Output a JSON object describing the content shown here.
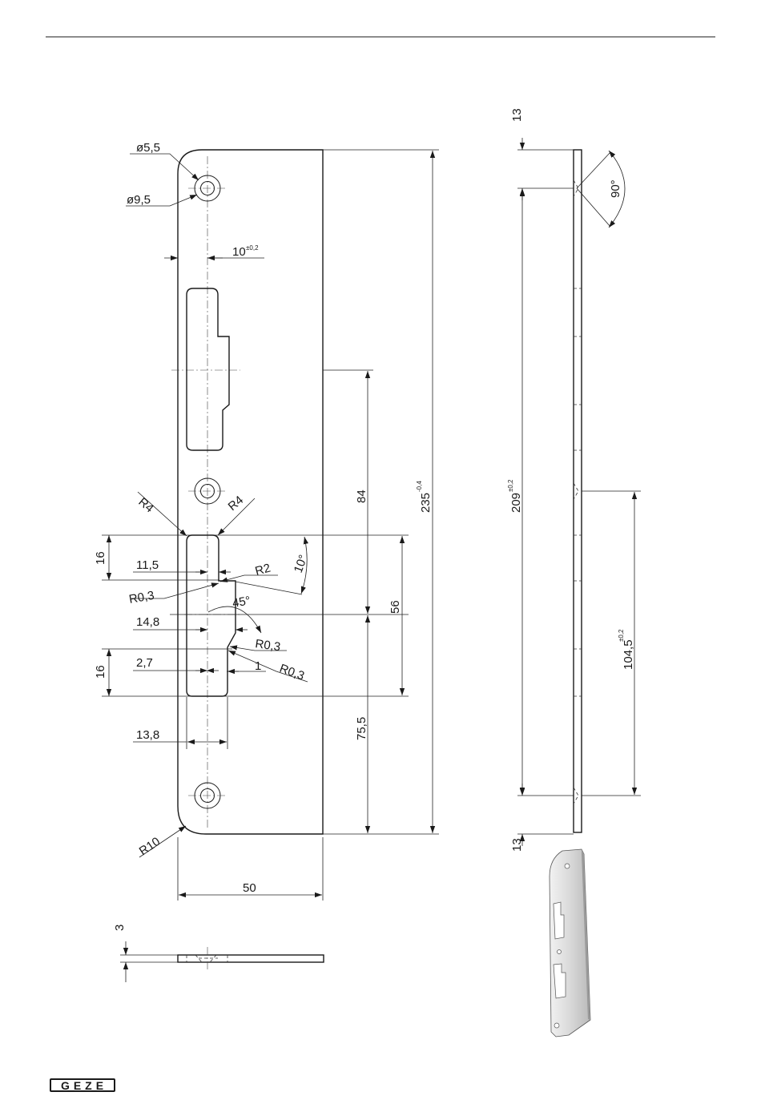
{
  "brand": {
    "logo_text": "GEZE"
  },
  "dimensions": {
    "hole_small": "ø5,5",
    "hole_large": "ø9,5",
    "edge_offset": "10",
    "edge_offset_tol": "±0,2",
    "r4_left": "R4",
    "r4_right": "R4",
    "d16_top": "16",
    "d11_5": "11,5",
    "r2": "R2",
    "angle_10": "10°",
    "r0_3_a": "R0,3",
    "angle_45": "45°",
    "d14_8": "14,8",
    "r0_3_b": "R0,3",
    "d16_bottom": "16",
    "d2_7": "2,7",
    "d1": "1",
    "r0_3_c": "R0,3",
    "d13_8": "13,8",
    "r10": "R10",
    "width_50": "50",
    "d84": "84",
    "d56": "56",
    "d75_5": "75,5",
    "length_235": "235",
    "length_235_tol": "-0,4",
    "thickness_3": "3",
    "side_13_top": "13",
    "side_13_bottom": "13",
    "angle_90": "90°",
    "side_209": "209",
    "side_209_tol": "±0,2",
    "side_104_5": "104,5",
    "side_104_5_tol": "±0,2"
  }
}
